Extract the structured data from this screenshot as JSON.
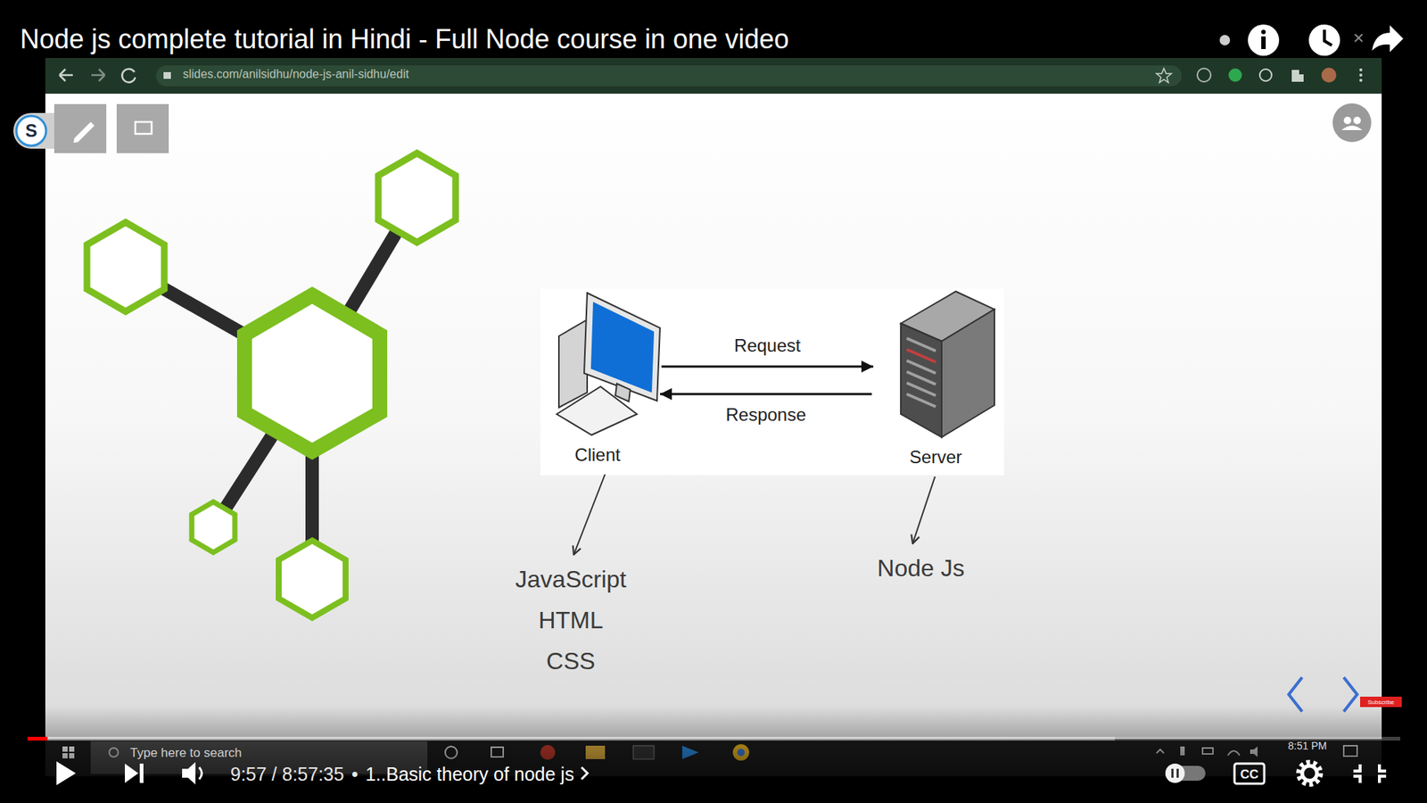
{
  "diagram": {
    "title": "Node js complete tutorial in Hindi - Full Node course in one video",
    "nodes": [
      {
        "text": [
          "Client"
        ]
      },
      {
        "text": [
          "Server"
        ]
      },
      {
        "text": [
          "JavaScript",
          "HTML",
          "CSS"
        ]
      },
      {
        "text": [
          "Node Js"
        ]
      }
    ],
    "edges": [
      {
        "from": 0,
        "to": 1,
        "label": "Request",
        "arrow": "to"
      },
      {
        "from": 1,
        "to": 0,
        "label": "Response",
        "arrow": "to"
      },
      {
        "from": 0,
        "to": 2,
        "arrow": "to"
      },
      {
        "from": 1,
        "to": 3,
        "arrow": "to"
      }
    ],
    "labels": [
      "slides.com/anilsidhu/node-js-anil-sidhu/edit",
      "S",
      "Type here to search",
      "9:57 / 8:57:35",
      "•",
      "1..Basic theory of node js",
      "8:51 PM",
      "CC",
      "Subscribe"
    ]
  }
}
